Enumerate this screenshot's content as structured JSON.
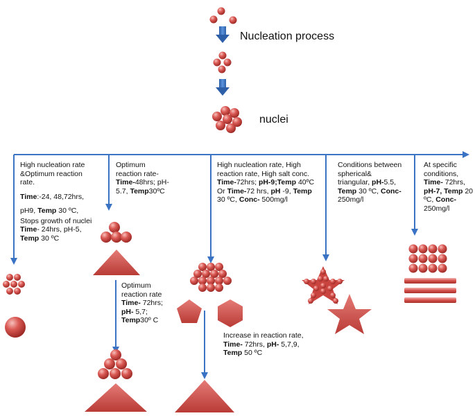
{
  "top": {
    "nucleation_label": "Nucleation process",
    "nuclei_label": "nuclei"
  },
  "branches": [
    {
      "id": "col1",
      "line1": "High nucleation rate &Optimum reaction rate.",
      "line2_key": "Time",
      "line2_val": ":-24, 48,72hrs,",
      "line3_a": "pH9,",
      "line3_key": "Temp",
      "line3_val": "30 ºC,",
      "line4": "Stops growth of nuclei",
      "line5_key": "Time",
      "line5_val": "- 24hrs,  pH-5,",
      "line6_key": "Temp",
      "line6_val": "30 ºC"
    },
    {
      "id": "col2",
      "a_pre": "Optimum reaction rate-",
      "a_key1": "Time-",
      "a_val1": "48hrs;   pH-5.7,",
      "a_key2": "Temp",
      "a_val2": "30ºC",
      "b_pre": "Optimum reaction rate",
      "b_key1": "Time-",
      "b_val1": "72hrs;",
      "b_key2": "pH-",
      "b_val2": "5,7;",
      "b_key3": "Temp",
      "b_val3": "30º C"
    },
    {
      "id": "col3",
      "a_pre": "High nucleation rate, High reaction rate, High salt conc.",
      "a_key1": "Time-",
      "a_val1": "72hrs;",
      "a_key2": "pH-9;",
      "a_key3": "Temp",
      "a_val3": "40ºC Or",
      "a_key4": "Time-",
      "a_val4": "72 hrs,",
      "a_key5": "pH",
      "a_val5": "-9,",
      "a_key6": "Temp",
      "a_val6": "30 ºC,",
      "a_key7": "Conc-",
      "a_val7": "500mg/l",
      "b_pre": "Increase in reaction rate,",
      "b_key1": "Time-",
      "b_val1": "72hrs,",
      "b_key2": "pH-",
      "b_val2": "5,7,9,",
      "b_key3": "Temp",
      "b_val3": "50 ºC"
    },
    {
      "id": "col4",
      "pre": "Conditions between spherical& triangular,",
      "key1": "pH-",
      "val1": "5.5,",
      "key2": "Temp",
      "val2": "30 ºC,",
      "key3": "Conc-",
      "val3": "250mg/l"
    },
    {
      "id": "col5",
      "pre": "At specific conditions,",
      "key1": "Time-",
      "val1": "72hrs,",
      "key2": "pH-7,",
      "key3": "Temp",
      "val3": "20 ºC,",
      "key4": "Conc-",
      "val4": "250mg/l"
    }
  ],
  "colors": {
    "arrow": "#3b73c4",
    "particle": "#d9534f",
    "particle_dark": "#a9302c",
    "particle_light": "#f2a19d"
  }
}
